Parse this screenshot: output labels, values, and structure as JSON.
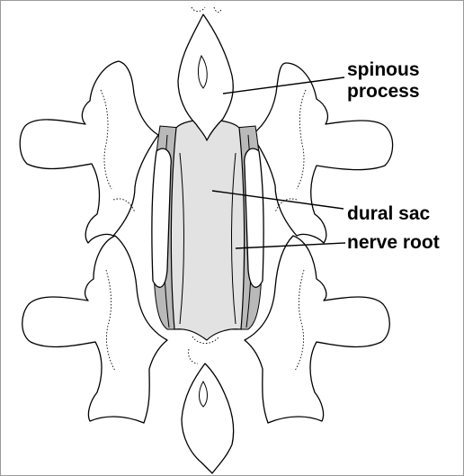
{
  "diagram": {
    "labels": {
      "spinous_process_line1": "spinous",
      "spinous_process_line2": "process",
      "dural_sac": "dural sac",
      "nerve_root": "nerve root"
    },
    "colors": {
      "bone_fill": "#ffffff",
      "outline": "#000000",
      "dural_sac_fill": "#e2e2e2",
      "nerve_root_fill": "#b9b9b9",
      "frame": "#9a9a9a"
    }
  }
}
